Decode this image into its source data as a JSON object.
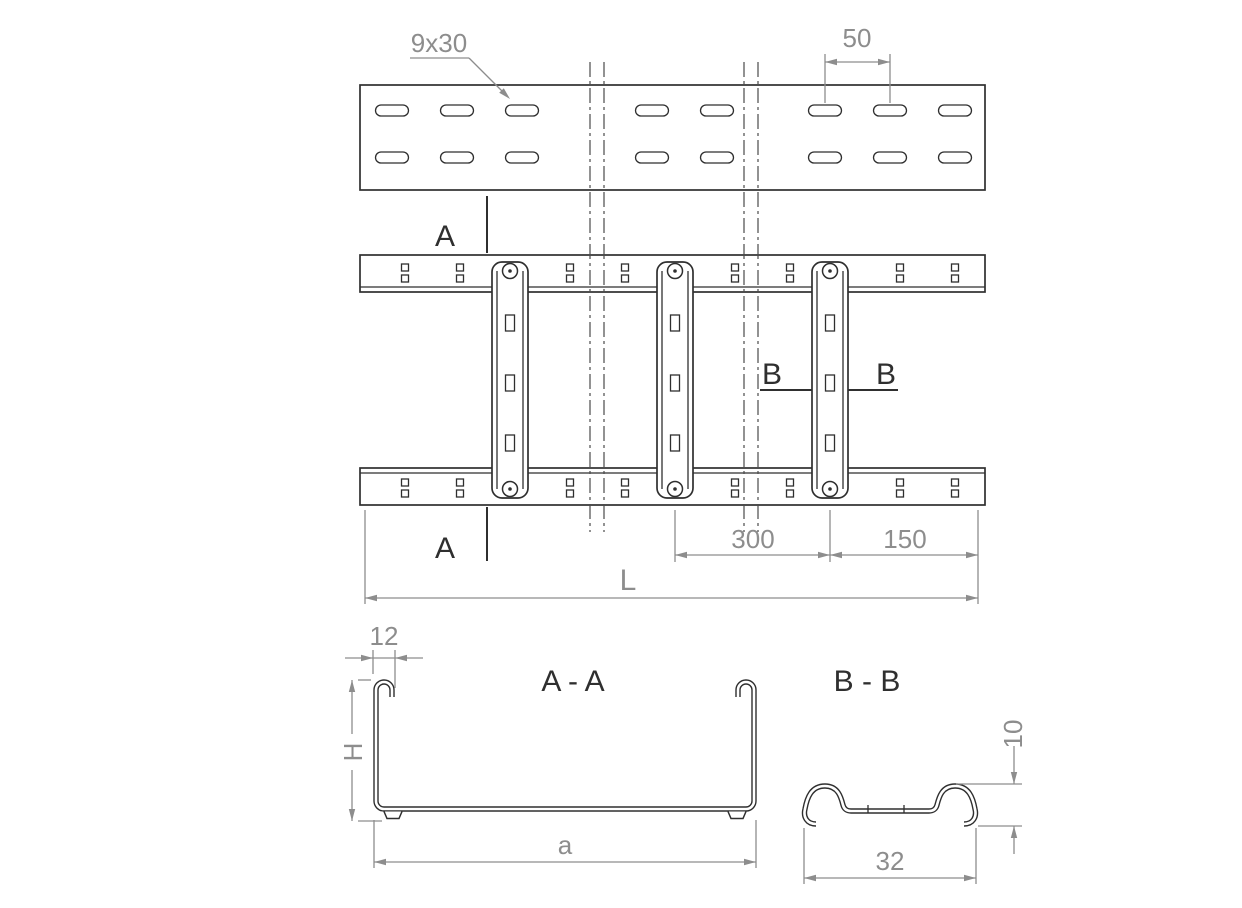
{
  "colors": {
    "line": "#2f2f2f",
    "dimension": "#8d8d8d",
    "background": "#ffffff"
  },
  "top_view": {
    "slot_size_label": "9x30",
    "pitch_label": "50"
  },
  "plan_view": {
    "section_a_label": "A",
    "section_b_label": "B",
    "rung_spacing_label": "300",
    "end_spacing_label": "150",
    "length_label": "L"
  },
  "section_aa": {
    "title": "A - A",
    "flange_label": "12",
    "height_label": "H",
    "width_label": "a"
  },
  "section_bb": {
    "title": "B - B",
    "height_label": "10",
    "width_label": "32"
  }
}
